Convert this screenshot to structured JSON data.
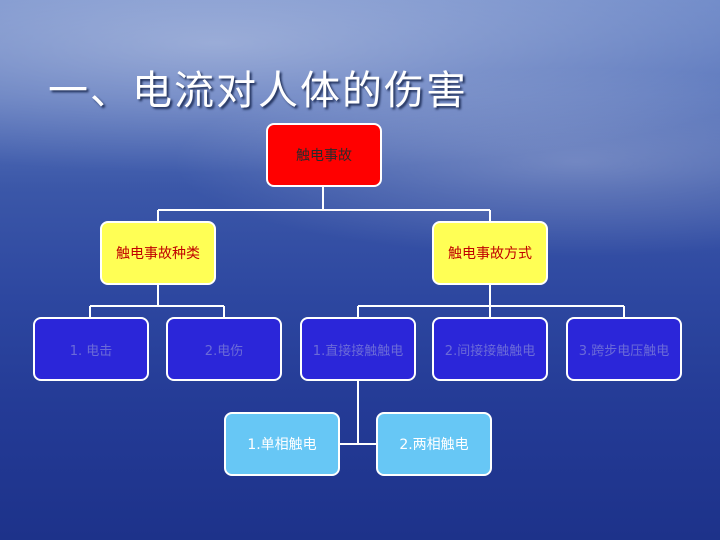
{
  "title": "一、电流对人体的伤害",
  "nodes": {
    "root": "触电事故",
    "types": "触电事故种类",
    "methods": "触电事故方式",
    "type1": "1. 电击",
    "type2": "2.电伤",
    "method1": "1.直接接触触电",
    "method2": "2.间接接触触电",
    "method3": "3.跨步电压触电",
    "sub1": "1.单相触电",
    "sub2": "2.两相触电"
  },
  "colors": {
    "root": "#ff0000",
    "category": "#ffff55",
    "item": "#2b26d9",
    "sub": "#67c7f5",
    "connector": "#ffffff"
  }
}
